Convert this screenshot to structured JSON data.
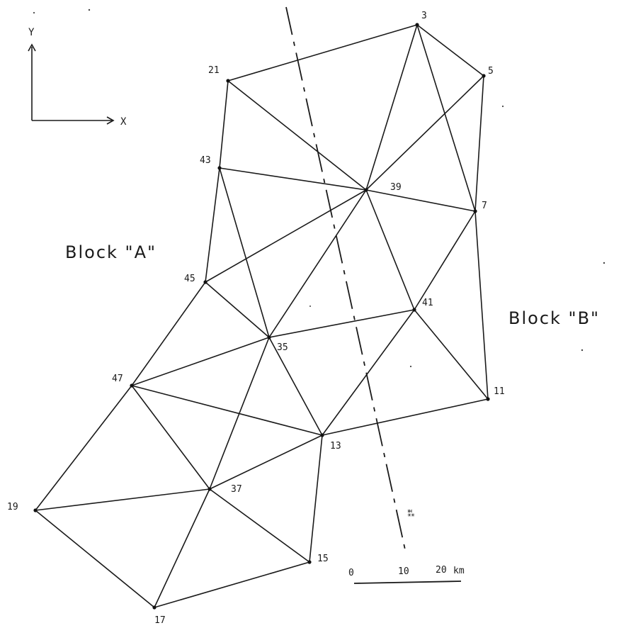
{
  "axes": {
    "y_label": "Y",
    "x_label": "X"
  },
  "blocks": {
    "a": "Block \"A\"",
    "b": "Block \"B\""
  },
  "stations": [
    "3",
    "5",
    "21",
    "43",
    "39",
    "7",
    "45",
    "41",
    "35",
    "47",
    "11",
    "13",
    "37",
    "19",
    "15",
    "17"
  ],
  "scale_bar": {
    "ticks": [
      "0",
      "10",
      "20"
    ],
    "unit": "km"
  },
  "fault_mark": "ᵻ⁑"
}
